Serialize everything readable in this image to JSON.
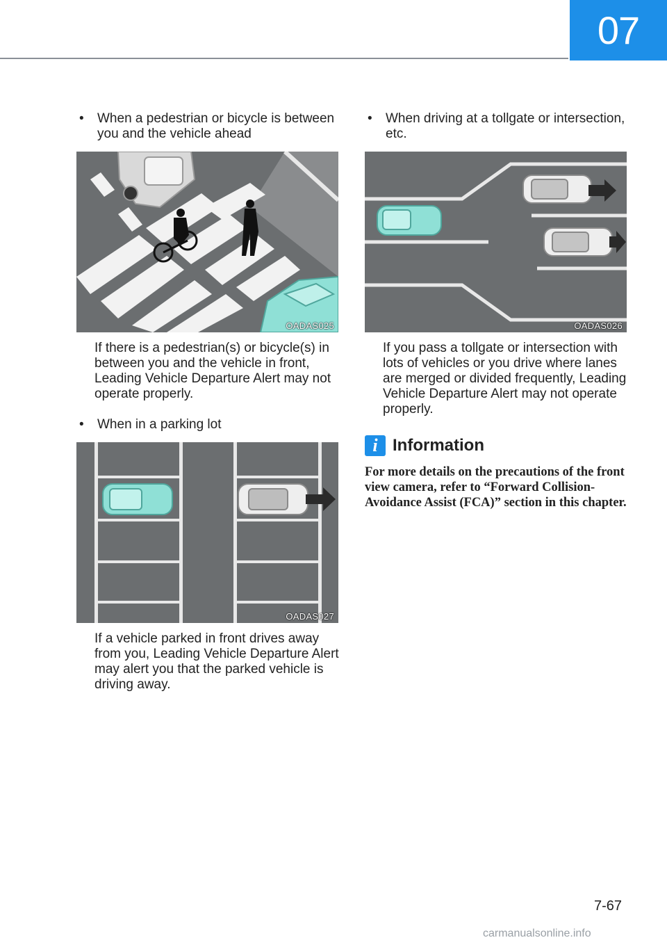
{
  "chapter": {
    "number": "07"
  },
  "left_column": {
    "item1": {
      "bullet": "•",
      "heading": "When a pedestrian or bicycle is between you and the vehicle ahead",
      "figure_code": "OADAS025",
      "description": "If there is a pedestrian(s) or bicycle(s) in between you and the vehicle in front, Leading Vehicle Departure Alert may not operate properly."
    },
    "item2": {
      "bullet": "•",
      "heading": "When in a parking lot",
      "figure_code": "OADAS027",
      "description": "If a vehicle parked in front drives away from you, Leading Vehicle Departure Alert may alert you that the parked vehicle is driving away."
    }
  },
  "right_column": {
    "item1": {
      "bullet": "•",
      "heading": "When driving at a tollgate or intersection, etc.",
      "figure_code": "OADAS026",
      "description": "If you pass a tollgate or intersection with lots of vehicles or you drive where lanes are merged or divided frequently, Leading Vehicle Departure Alert may not operate properly."
    },
    "information": {
      "icon": "info-icon",
      "icon_glyph": "i",
      "title": "Information",
      "body": "For more details on the precautions of the front view camera, refer to “Forward Collision-Avoidance Assist (FCA)” section in this chapter."
    }
  },
  "footer": {
    "page_number": "7-67",
    "watermark": "carmanualsonline.info"
  },
  "colors": {
    "accent": "#1d8fe8",
    "road": "#6b6e70",
    "ego_vehicle": "#8fe0d6"
  }
}
